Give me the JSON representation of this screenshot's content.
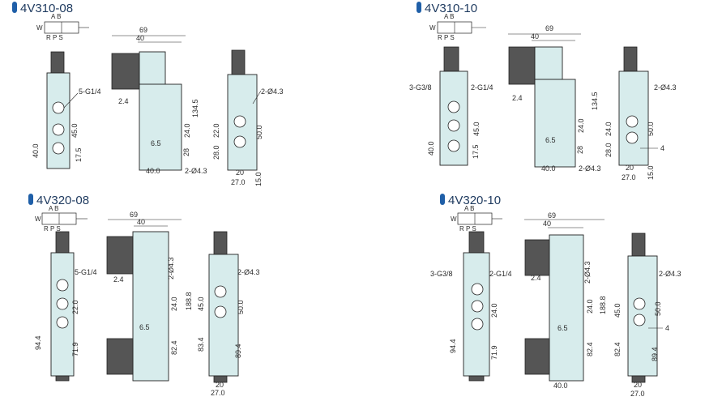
{
  "colors": {
    "accent": "#1f5fa8",
    "body_fill": "#d7ecec",
    "title": "#1e3a5f"
  },
  "models": [
    {
      "title": "4V310-08",
      "symbol": {
        "top": "A B",
        "bottom": "R P S",
        "w": "W"
      },
      "ports": [
        "5-G1/4",
        "2-Ø4.3"
      ],
      "dims": [
        "69",
        "40",
        "2.4",
        "134.5",
        "24.0",
        "28",
        "6.5",
        "22.0",
        "28.0",
        "45.0",
        "50.0",
        "40.0",
        "17.5",
        "40.0",
        "2-Ø4.3",
        "20",
        "27.0",
        "15.0"
      ]
    },
    {
      "title": "4V310-10",
      "symbol": {
        "top": "A B",
        "bottom": "R P S",
        "w": "W"
      },
      "ports": [
        "3-G3/8",
        "2-G1/4",
        "2-Ø4.3"
      ],
      "dims": [
        "69",
        "40",
        "2.4",
        "134.5",
        "24.0",
        "28",
        "6.5",
        "24.0",
        "28.0",
        "45.0",
        "50.0",
        "40.0",
        "17.5",
        "40.0",
        "2-Ø4.3",
        "20",
        "4",
        "27.0",
        "15.0"
      ]
    },
    {
      "title": "4V320-08",
      "symbol": {
        "top": "A B",
        "bottom": "R P S",
        "w": "W"
      },
      "ports": [
        "5-G1/4",
        "2-Ø4.3",
        "2-Ø4.3"
      ],
      "dims": [
        "69",
        "40",
        "2.4",
        "188.8",
        "24.0",
        "6.5",
        "22.0",
        "45.0",
        "50.0",
        "94.4",
        "71.9",
        "82.4",
        "83.4",
        "89.4",
        "20",
        "27.0"
      ]
    },
    {
      "title": "4V320-10",
      "symbol": {
        "top": "A B",
        "bottom": "R P S",
        "w": "W"
      },
      "ports": [
        "3-G3/8",
        "2-G1/4",
        "2-Ø4.3",
        "2-Ø4.3"
      ],
      "dims": [
        "69",
        "40",
        "2.4",
        "188.8",
        "24.0",
        "6.5",
        "24.0",
        "45.0",
        "50.0",
        "94.4",
        "71.9",
        "82.4",
        "82.4",
        "89.4",
        "4",
        "20",
        "27.0",
        "40.0"
      ]
    }
  ]
}
